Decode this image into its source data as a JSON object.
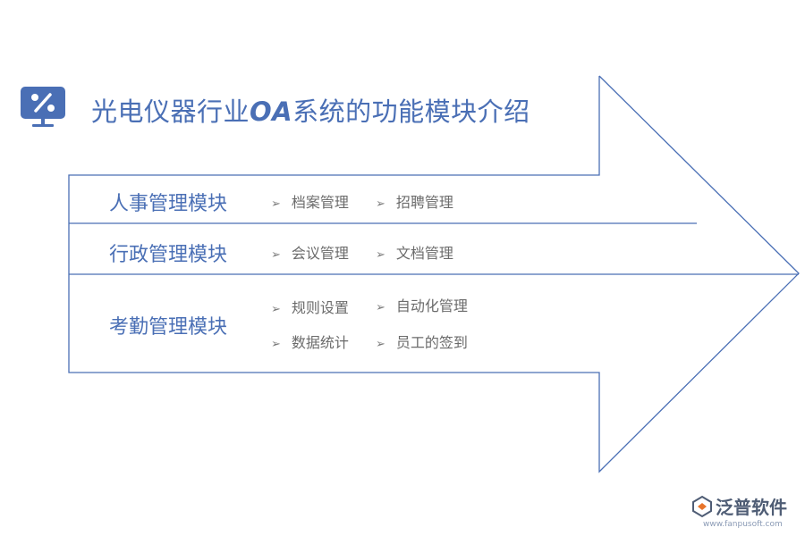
{
  "title": {
    "prefix": "光电仪器行业",
    "oa": "OA",
    "suffix": "系统的功能模块介绍"
  },
  "modules": [
    {
      "label": "人事管理模块",
      "items": [
        "档案管理",
        "招聘管理"
      ]
    },
    {
      "label": "行政管理模块",
      "items": [
        "会议管理",
        "文档管理"
      ]
    },
    {
      "label": "考勤管理模块",
      "items": [
        "规则设置",
        "自动化管理",
        "数据统计",
        "员工的签到"
      ]
    }
  ],
  "brand": {
    "name": "泛普软件",
    "url": "www.fanpusoft.com"
  },
  "icons": {
    "title": "percent-monitor-icon",
    "bullet": "arrowhead-bullet-icon",
    "brand": "fanpu-logo-icon"
  },
  "colors": {
    "accent": "#4a6fb5",
    "line": "#4a6fb5",
    "text": "#6b6b6b"
  }
}
